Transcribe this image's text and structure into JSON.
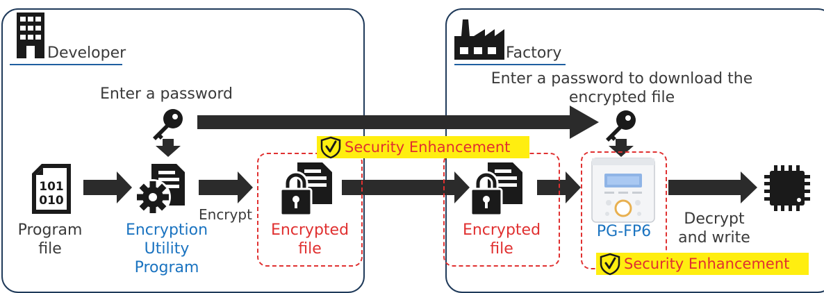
{
  "developer": {
    "title": "Developer",
    "password_label": "Enter a password",
    "program_file_label": "Program\nfile",
    "utility_label": "Encryption\nUtility\nProgram",
    "encrypt_label": "Encrypt",
    "encrypted_file_label": "Encrypted\nfile"
  },
  "factory": {
    "title": "Factory",
    "password_label": "Enter a password to download the\nencrypted file",
    "encrypted_file_label": "Encrypted\nfile",
    "device_label": "PG-FP6",
    "decrypt_label": "Decrypt\nand write"
  },
  "security_badges": [
    "Security Enhancement",
    "Security Enhancement"
  ],
  "icons": {
    "binary_text": [
      "101",
      "010"
    ]
  },
  "colors": {
    "panel_border": "#1f3a5a",
    "arrow": "#2b2b2b",
    "accent_blue": "#1a73c0",
    "accent_red": "#e03030",
    "highlight": "#ffee10"
  }
}
